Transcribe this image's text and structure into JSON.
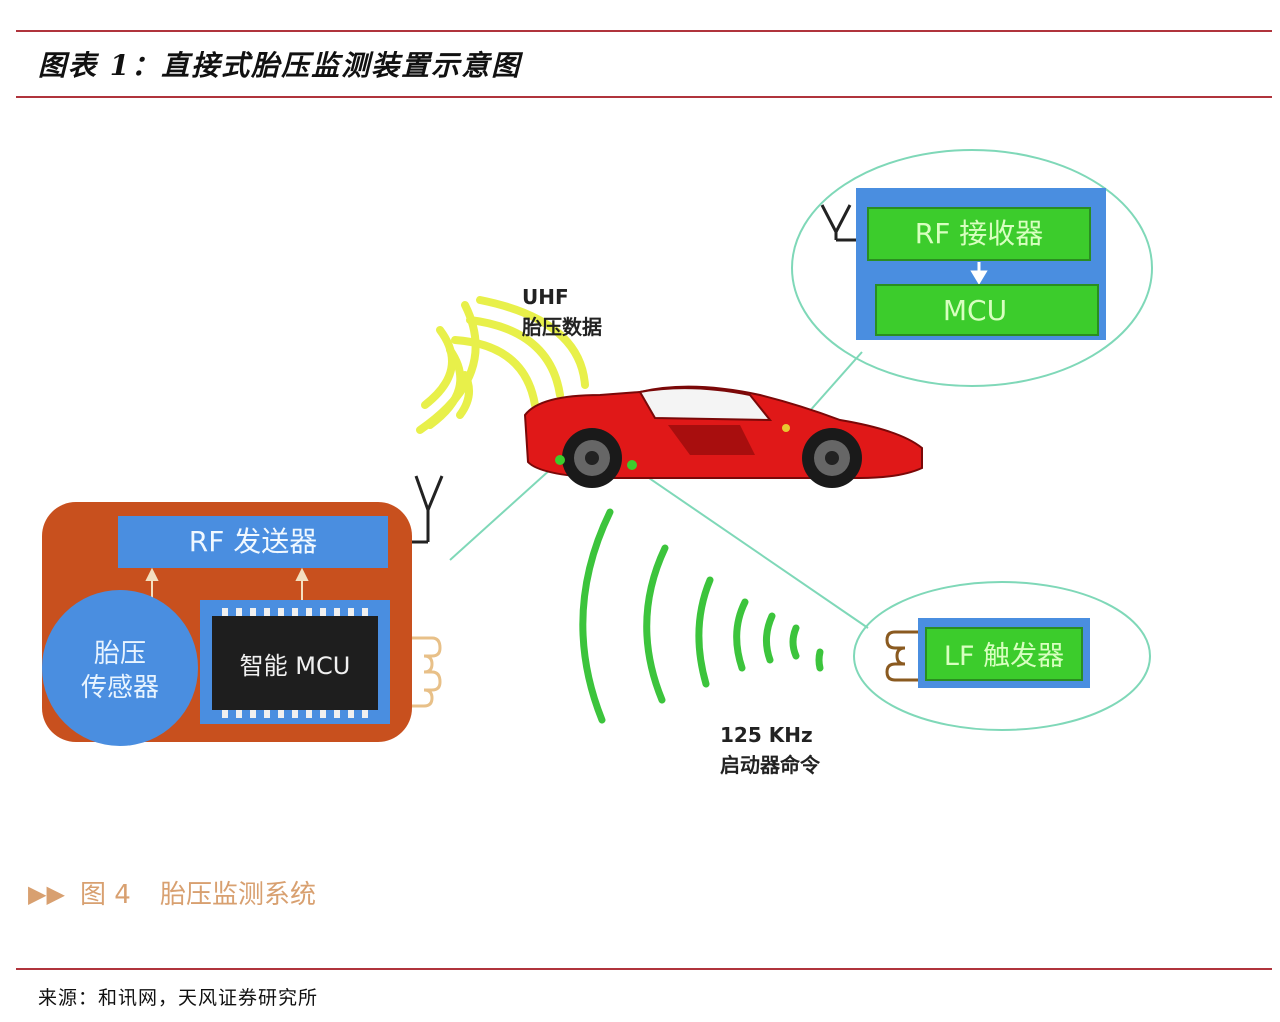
{
  "header": {
    "title": "图表 1：直接式胎压监测装置示意图"
  },
  "diagram": {
    "transmitter_module": {
      "rf_sender_label": "RF 发送器",
      "sensor_label_line1": "胎压",
      "sensor_label_line2": "传感器",
      "mcu_label": "智能 MCU"
    },
    "receiver_module": {
      "rf_receiver_label": "RF 接收器",
      "mcu_label": "MCU"
    },
    "trigger_module": {
      "lf_trigger_label": "LF 触发器"
    },
    "uhf_signal": {
      "line1": "UHF",
      "line2": "胎压数据"
    },
    "lf_signal": {
      "line1": "125 KHz",
      "line2": "启动器命令"
    },
    "caption": {
      "marker": "▶▶",
      "number": "图 4",
      "text": "胎压监测系统"
    },
    "colors": {
      "module_body": "#c8501e",
      "blue_panel": "#4a8ee0",
      "green_box": "#3ccc2c",
      "uhf_waves": "#e8f04a",
      "lf_waves": "#3cc43c",
      "car_body": "#e01818",
      "ellipse_outline": "#7fd8b8",
      "caption_text": "#d8a070"
    }
  },
  "footer": {
    "source": "来源：和讯网，天风证券研究所"
  }
}
